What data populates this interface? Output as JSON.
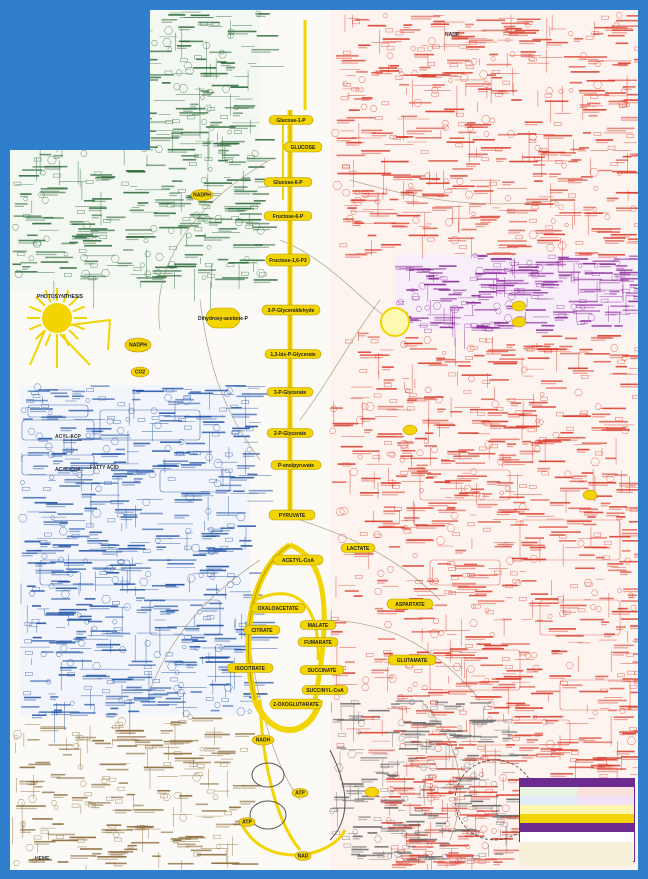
{
  "diagram": {
    "colors": {
      "frame": "#2f7fcd",
      "central_pathway": "#f2d400",
      "carbohydrate_green": "#2e6b3a",
      "lipid_blue": "#2354a7",
      "amino_acid_red": "#d93c2c",
      "nucleotide_purple": "#8b2a9b",
      "cofactor_orange": "#e08a1e"
    },
    "central_metabolites": [
      {
        "id": "glucose_1p",
        "label": "Glucose-1-P"
      },
      {
        "id": "glucose",
        "label": "GLUCOSE"
      },
      {
        "id": "glucose_6p",
        "label": "Glucose-6-P"
      },
      {
        "id": "fructose_6p",
        "label": "Fructose-6-P"
      },
      {
        "id": "fructose_16bp",
        "label": "Fructose-1,6-P2"
      },
      {
        "id": "g3p",
        "label": "3-P-Glyceraldehyde"
      },
      {
        "id": "dhap",
        "label": "Dihydroxy-acetone-P"
      },
      {
        "id": "bpg",
        "label": "1,3-bis-P-Glycerate"
      },
      {
        "id": "pg3",
        "label": "3-P-Glycerate"
      },
      {
        "id": "pg2",
        "label": "2-P-Glycerate"
      },
      {
        "id": "pep",
        "label": "P-enolpyruvate"
      },
      {
        "id": "pyruvate",
        "label": "PYRUVATE"
      },
      {
        "id": "acetylcoa",
        "label": "ACETYL-CoA"
      },
      {
        "id": "oxaloacetate",
        "label": "OXALOACETATE"
      },
      {
        "id": "citrate",
        "label": "CITRATE"
      },
      {
        "id": "isocitrate",
        "label": "ISOCITRATE"
      },
      {
        "id": "malate",
        "label": "MALATE"
      },
      {
        "id": "fumarate",
        "label": "FUMARATE"
      },
      {
        "id": "succinate",
        "label": "SUCCINATE"
      },
      {
        "id": "succinylcoa",
        "label": "SUCCINYL-CoA"
      },
      {
        "id": "oxoglutarate",
        "label": "2-OXOGLUTARATE"
      },
      {
        "id": "glutamate",
        "label": "GLUTAMATE"
      },
      {
        "id": "lactate",
        "label": "LACTATE"
      },
      {
        "id": "aspartate",
        "label": "ASPARTATE"
      }
    ],
    "cofactors": [
      {
        "id": "nadph1",
        "label": "NADPH"
      },
      {
        "id": "nadph2",
        "label": "NADPH"
      },
      {
        "id": "photosynthesis",
        "label": "PHOTOSYNTHESIS"
      },
      {
        "id": "co2",
        "label": "CO2"
      },
      {
        "id": "nadh",
        "label": "NADH"
      },
      {
        "id": "atp1",
        "label": "ATP"
      },
      {
        "id": "atp2",
        "label": "ATP"
      },
      {
        "id": "nad",
        "label": "NAD"
      }
    ],
    "region_labels": [
      {
        "id": "acylacp",
        "label": "ACYL-ACP"
      },
      {
        "id": "acylcoa",
        "label": "ACYL-CoA"
      },
      {
        "id": "fattyacid",
        "label": "FATTY ACID"
      },
      {
        "id": "nadp_top",
        "label": "NADP"
      },
      {
        "id": "heme",
        "label": "HEME"
      }
    ],
    "legend": {
      "header": "",
      "rows": [
        [
          "",
          "",
          ""
        ],
        [
          "",
          "",
          ""
        ],
        [
          "",
          "",
          ""
        ]
      ]
    }
  }
}
